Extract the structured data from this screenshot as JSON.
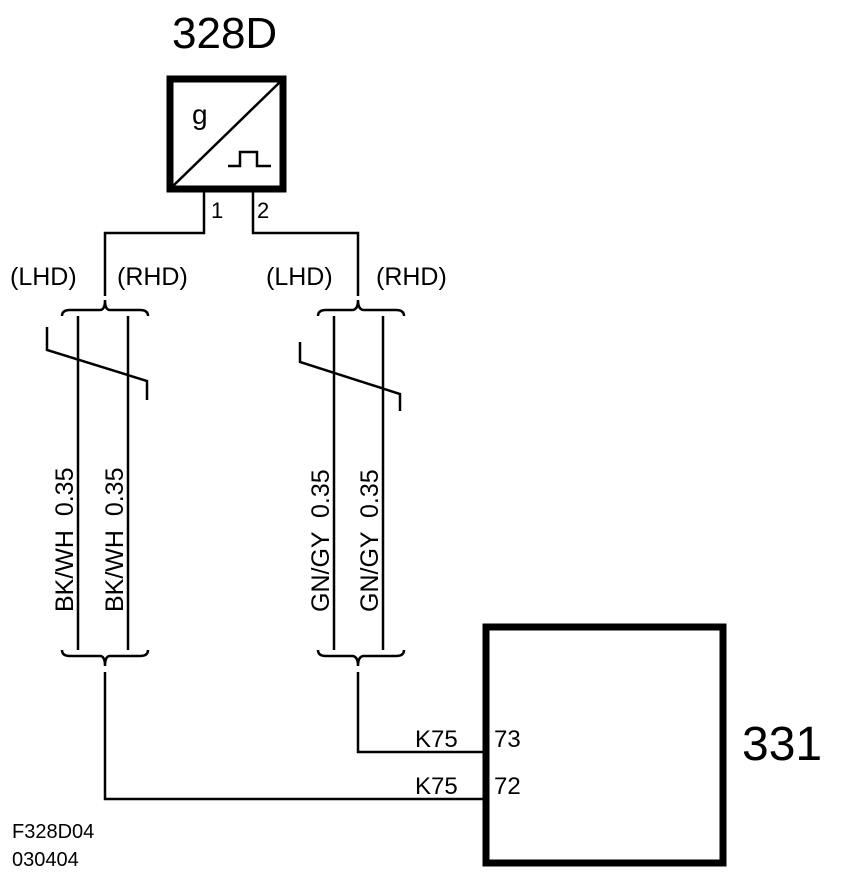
{
  "sensor": {
    "id": "328D",
    "symbol_letter": "g",
    "pin1": "1",
    "pin2": "2"
  },
  "wires": {
    "left_group": {
      "lhd_label": "(LHD)",
      "rhd_label": "(RHD)",
      "wire_lhd": "BK/WH  0.35",
      "wire_rhd": "BK/WH  0.35"
    },
    "right_group": {
      "lhd_label": "(LHD)",
      "rhd_label": "(RHD)",
      "wire_lhd": "GN/GY  0.35",
      "wire_rhd": "GN/GY  0.35"
    }
  },
  "module": {
    "id": "331",
    "connector_a": "K75",
    "pin_a": "73",
    "connector_b": "K75",
    "pin_b": "72"
  },
  "footer": {
    "code": "F328D04",
    "date": "030404"
  }
}
